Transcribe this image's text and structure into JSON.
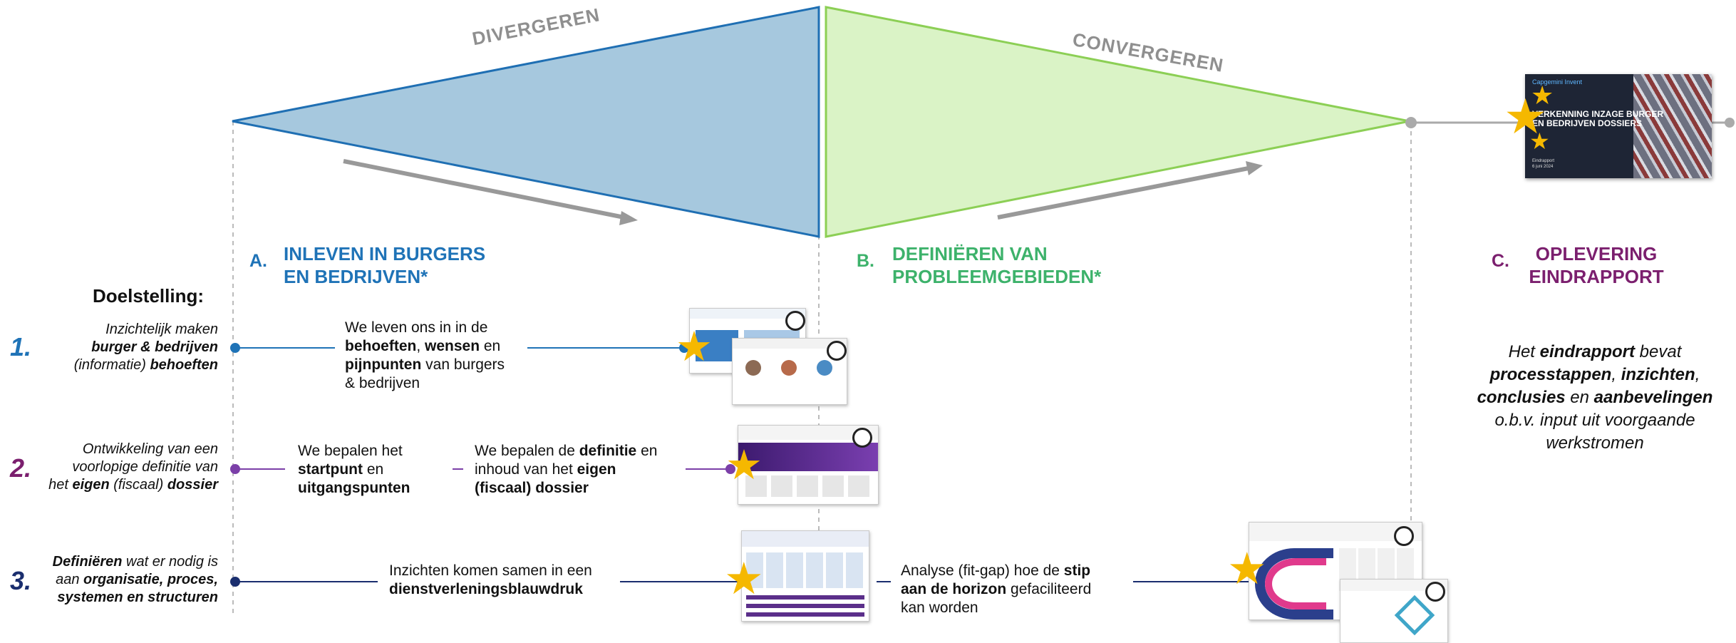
{
  "funnel": {
    "divergeren_label": "DIVERGEREN",
    "convergeren_label": "CONVERGEREN",
    "colors": {
      "diverge_fill": "#a6c8de",
      "diverge_stroke": "#1f6fb3",
      "converge_fill": "#daf3c6",
      "converge_stroke": "#8ccf55"
    }
  },
  "phases": {
    "a": {
      "letter": "A.",
      "line1": "INLEVEN IN BURGERS",
      "line2": "EN BEDRIJVEN*",
      "color": "#1f73b7"
    },
    "b": {
      "letter": "B.",
      "line1": "DEFINIËREN VAN",
      "line2": "PROBLEEMGEBIEDEN*",
      "color": "#3db26b"
    },
    "c": {
      "letter": "C.",
      "line1": "OPLEVERING",
      "line2": "EINDRAPPORT",
      "color": "#7b1f6e"
    }
  },
  "doelstelling_heading": "Doelstelling:",
  "goals": [
    {
      "number": "1.",
      "color": "#1f73b7",
      "line1": "Inzichtelijk maken",
      "line2_b1": "burger & bedrijven",
      "line3_t1": "(informatie) ",
      "line3_b1": "behoeften"
    },
    {
      "number": "2.",
      "color": "#7b1f6e",
      "line1": "Ontwikkeling van een",
      "line2": "voorlopige definitie van",
      "line3_t1": "het ",
      "line3_b1": "eigen",
      "line3_t2": " (fiscaal) ",
      "line3_b2": "dossier"
    },
    {
      "number": "3.",
      "color": "#1a2e6e",
      "line1_b1": "Definiëren",
      "line1_t1": " wat er nodig is",
      "line2_t1": "aan ",
      "line2_b1": "organisatie, proces,",
      "line3_b1": "systemen en structuren"
    }
  ],
  "steps": {
    "s1": {
      "l1": "We leven ons in in de",
      "l2_b1": "behoeften",
      "l2_t1": ", ",
      "l2_b2": "wensen",
      "l2_t2": " en",
      "l3_b1": "pijnpunten",
      "l3_t1": " van burgers",
      "l4": "& bedrijven"
    },
    "s2a": {
      "l1": "We bepalen het",
      "l2_b1": "startpunt",
      "l2_t1": " en",
      "l3_b1": "uitgangspunten"
    },
    "s2b": {
      "l1_t1": "We bepalen de ",
      "l1_b1": "definitie",
      "l1_t2": " en",
      "l2_t1": "inhoud van het ",
      "l2_b1": "eigen",
      "l3_b1": "(fiscaal) dossier"
    },
    "s3a": {
      "l1": "Inzichten komen samen in een",
      "l2_b1": "dienstverleningsblauwdruk"
    },
    "s3b": {
      "l1_t1": "Analyse (fit-gap) hoe de ",
      "l1_b1": "stip",
      "l2_b1": "aan de horizon",
      "l2_t1": " gefaciliteerd",
      "l3": "kan worden"
    }
  },
  "eindrapport": {
    "l1_t1": "Het ",
    "l1_b1": "eindrapport",
    "l1_t2": " bevat",
    "l2_b1": "processtappen",
    "l2_t1": ", ",
    "l2_b2": "inzichten",
    "l2_t2": ",",
    "l3_b1": "conclusies",
    "l3_t1": " en ",
    "l3_b2": "aanbevelingen",
    "l4": "o.b.v. input uit voorgaande",
    "l5": "werkstromen"
  },
  "report_cover": {
    "brand": "Capgemini Invent",
    "title_l1": "VERKENNING INZAGE BURGER",
    "title_l2": "EN BEDRIJVEN DOSSIERS",
    "sub1": "Eindrapport",
    "sub2": "6 juni 2024"
  }
}
